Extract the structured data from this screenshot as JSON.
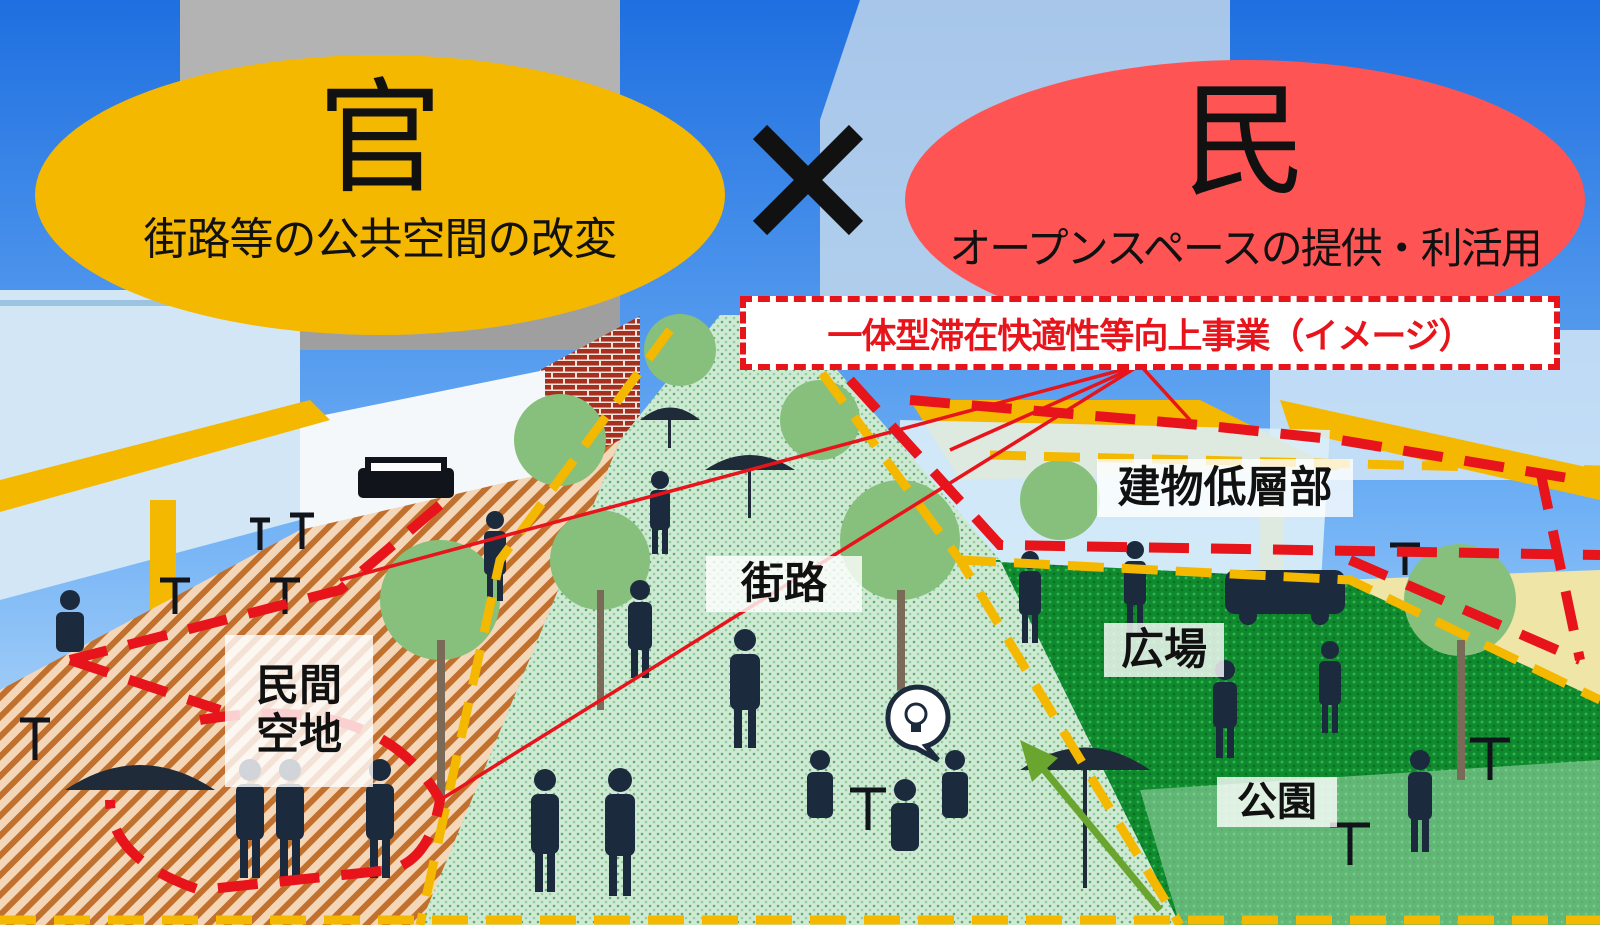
{
  "government": {
    "heading": "官",
    "subtitle": "街路等の公共空間の改変",
    "color": "#f5b800"
  },
  "operator": {
    "symbol": "times-icon"
  },
  "private": {
    "heading": "民",
    "subtitle": "オープンスペースの提供・利活用",
    "color": "#ff5454"
  },
  "project": {
    "label": "一体型滞在快適性等向上事業（イメージ）",
    "color": "#e8141b"
  },
  "areas": {
    "building_low": "建物低層部",
    "street": "街路",
    "plaza": "広場",
    "park": "公園",
    "vacant_line1": "民間",
    "vacant_line2": "空地"
  },
  "icons": [
    "idea-bubble-icon",
    "green-arrow-icon",
    "times-icon"
  ]
}
